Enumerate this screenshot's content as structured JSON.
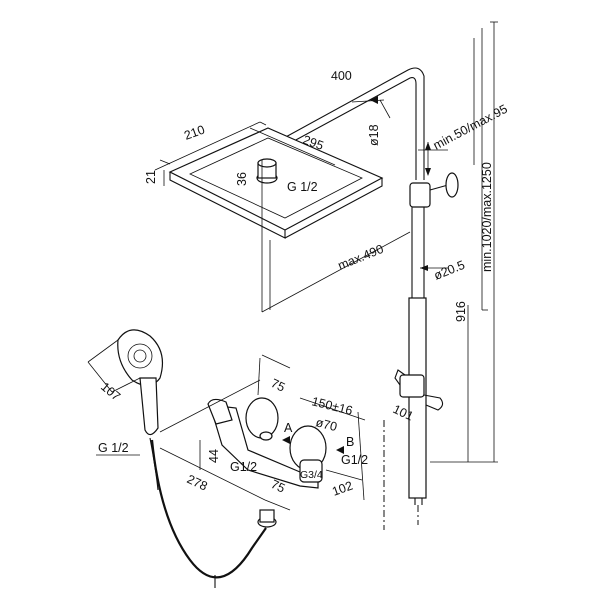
{
  "dimensions": {
    "d400": "400",
    "d210": "210",
    "d295": "295",
    "d21": "21",
    "d36": "36",
    "g12_head": "G 1/2",
    "d18": "ø18",
    "min50": "min.50/max.95",
    "max490": "max.490",
    "d205": "ø20.5",
    "max1250": "min.1020/max.1250",
    "d916": "916",
    "d107": "107",
    "d101": "101",
    "d75_top": "75",
    "d150": "150±16",
    "d70": "ø70",
    "labelA": "A",
    "labelB": "B",
    "g12_right": "G1/2",
    "g12_left": "G1/2",
    "g34": "G3/4",
    "d44": "44",
    "d75_bottom": "75",
    "d278": "278",
    "d102": "102",
    "g12_hand": "G 1/2"
  }
}
